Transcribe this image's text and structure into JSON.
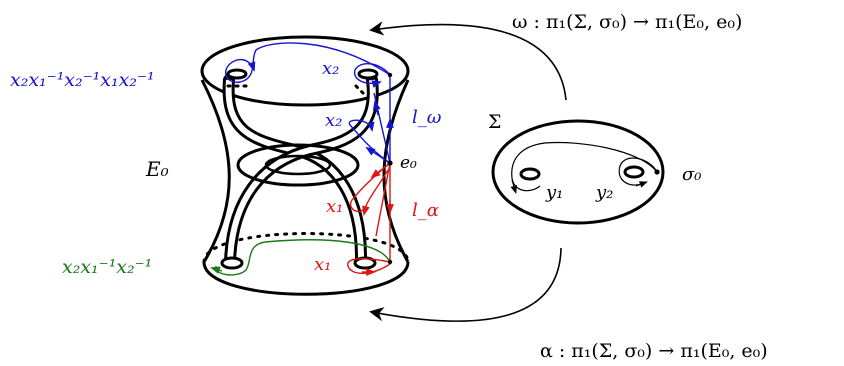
{
  "labels": {
    "omega_map": "ω : π₁(Σ, σ₀) → π₁(E₀, e₀)",
    "alpha_map": "α : π₁(Σ, σ₀) → π₁(E₀, e₀)",
    "E0": "E₀",
    "Sigma": "Σ",
    "e0": "e₀",
    "sigma0": "σ₀",
    "l_omega": "l_ω",
    "l_alpha": "l_α",
    "x2_top": "x₂",
    "x2_mid": "x₂",
    "x1_mid": "x₁",
    "x1_bottom": "x₁",
    "y1": "y₁",
    "y2": "y₂",
    "word_top": "x₂x₁⁻¹x₂⁻¹x₁x₂⁻¹",
    "word_bottom": "x₂x₁⁻¹x₂⁻¹"
  },
  "colors": {
    "ink": "#000000",
    "blue": "#1414d2",
    "red": "#e01414",
    "green": "#1a7a1a"
  }
}
